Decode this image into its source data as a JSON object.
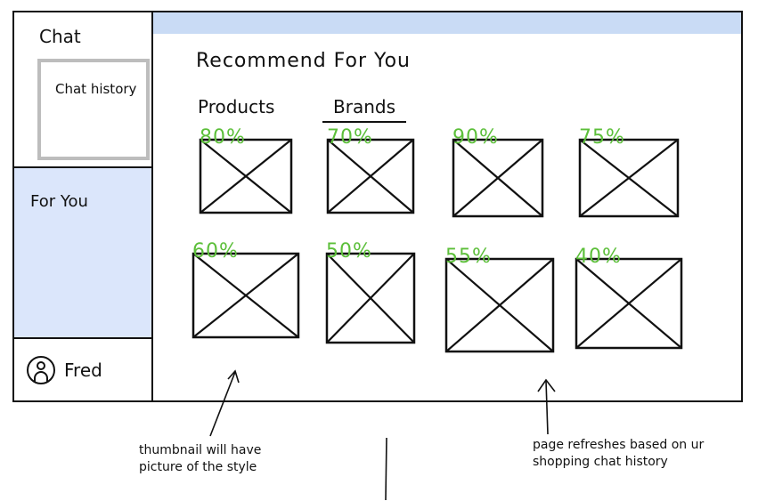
{
  "sidebar": {
    "chat_title": "Chat",
    "chat_history_label": "Chat history",
    "for_you_label": "For You",
    "user_name": "Fred"
  },
  "main": {
    "title": "Recommend For You",
    "tabs": [
      "Products",
      "Brands"
    ],
    "thumbnails": [
      {
        "match": "80%"
      },
      {
        "match": "70%"
      },
      {
        "match": "90%"
      },
      {
        "match": "75%"
      },
      {
        "match": "60%"
      },
      {
        "match": "50%"
      },
      {
        "match": "55%"
      },
      {
        "match": "40%"
      }
    ]
  },
  "annotations": {
    "left_note": "thumbnail will have picture of the style",
    "right_note": "page refreshes based on ur shopping chat history"
  },
  "colors": {
    "highlight_blue": "#dbe6fb",
    "top_bar_blue": "#c9dbf5",
    "match_green": "#5cbf3a"
  }
}
